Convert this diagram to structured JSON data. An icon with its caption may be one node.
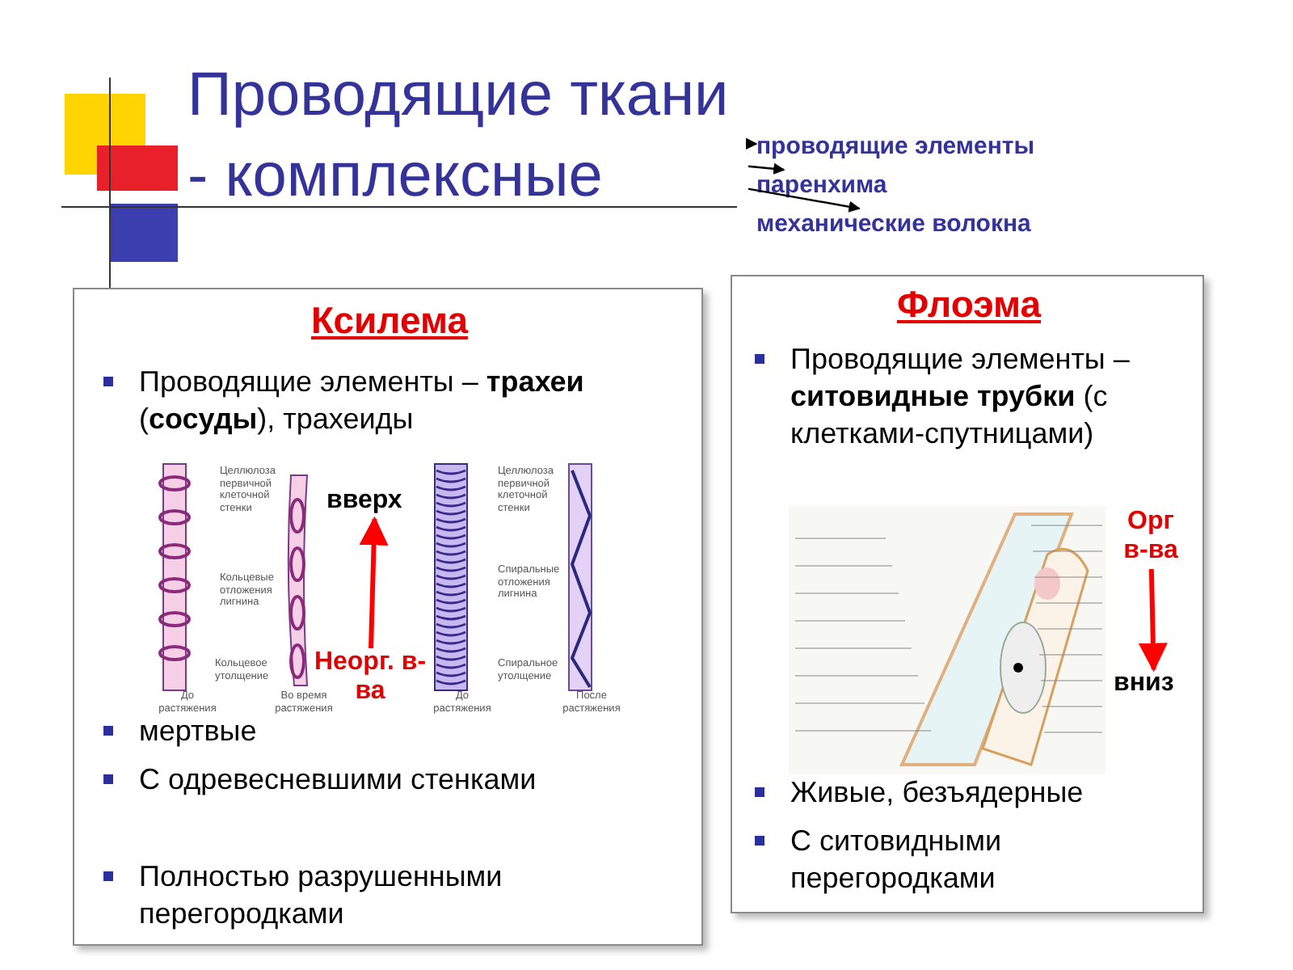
{
  "diagram": {
    "nodes": [
      {
        "text": [
          "Проводящие ткани - комплексные"
        ]
      },
      {
        "text": [
          "проводящие элементы"
        ]
      },
      {
        "text": [
          "паренхима"
        ]
      },
      {
        "text": [
          "механические волокна"
        ]
      },
      {
        "text": [
          "Ксилема",
          "Проводящие элементы – **трахеи** (**сосуды**), трахеиды",
          "мертвые",
          "С одревесневшими стенками",
          "Полностью разрушенными перегородками"
        ]
      },
      {
        "text": [],
        "shape": "picture",
        "in": 4
      },
      {
        "text": [
          "вверх"
        ],
        "in": 5
      },
      {
        "text": [
          "Неорг. в-ва"
        ],
        "in": 5
      },
      {
        "text": [
          "Флоэма",
          "Проводящие элементы – **ситовидные трубки** (с клетками-спутницами)",
          "Живые, безъядерные",
          "С ситовидными перегородками"
        ]
      },
      {
        "text": [],
        "shape": "picture",
        "in": 8
      },
      {
        "text": [
          "Орг в-ва"
        ],
        "in": 8
      },
      {
        "text": [
          "вниз"
        ],
        "in": 8
      }
    ],
    "edges": [
      {
        "from": 0,
        "to": 1,
        "arrow": "to"
      },
      {
        "from": 0,
        "to": 2,
        "arrow": "to"
      },
      {
        "from": 0,
        "to": 3,
        "arrow": "to"
      },
      {
        "from": 7,
        "to": 6,
        "arrow": "to",
        "style": "thick",
        "color": "#ff0000"
      },
      {
        "from": 10,
        "to": 11,
        "arrow": "to",
        "style": "thick",
        "color": "#ff0000"
      }
    ],
    "labels": [
      "Целлюлоза первичной клеточной стенки",
      "Кольцевые отложения лигнина",
      "Кольцевое утолщение",
      "До растяжения",
      "Во время растяжения",
      "Целлюлоза первичной клеточной стенки",
      "Спиральные отложения лигнина",
      "Спиральное утолщение",
      "До растяжения",
      "После растяжения"
    ]
  }
}
